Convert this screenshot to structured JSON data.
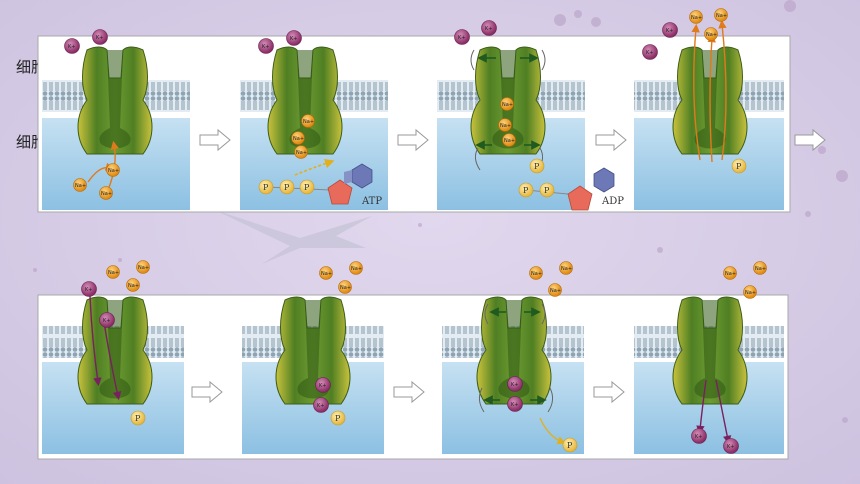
{
  "labels": {
    "outside": "细胞外",
    "inside": "细胞内"
  },
  "ions": {
    "sodium": "Na",
    "sodium_sup": "+",
    "potassium": "K",
    "potassium_sup": "+",
    "phosphate": "P"
  },
  "molecules": {
    "atp": "ATP",
    "adp": "ADP"
  },
  "colors": {
    "background": "#d9d0e8",
    "membrane": "#7f97a7",
    "cytoplasm": "#9fcbe6",
    "protein_outer": "#4f7f23",
    "protein_inner": "#d9d34a",
    "sodium": "#f0a321",
    "potassium": "#a6467e",
    "phosphate": "#f2cf62"
  },
  "sequence": {
    "row1": [
      "na-binding",
      "phosphorylation",
      "conformation-change",
      "na-release"
    ],
    "row2": [
      "k-binding",
      "k-bound",
      "dephosphorylation",
      "k-release"
    ]
  }
}
